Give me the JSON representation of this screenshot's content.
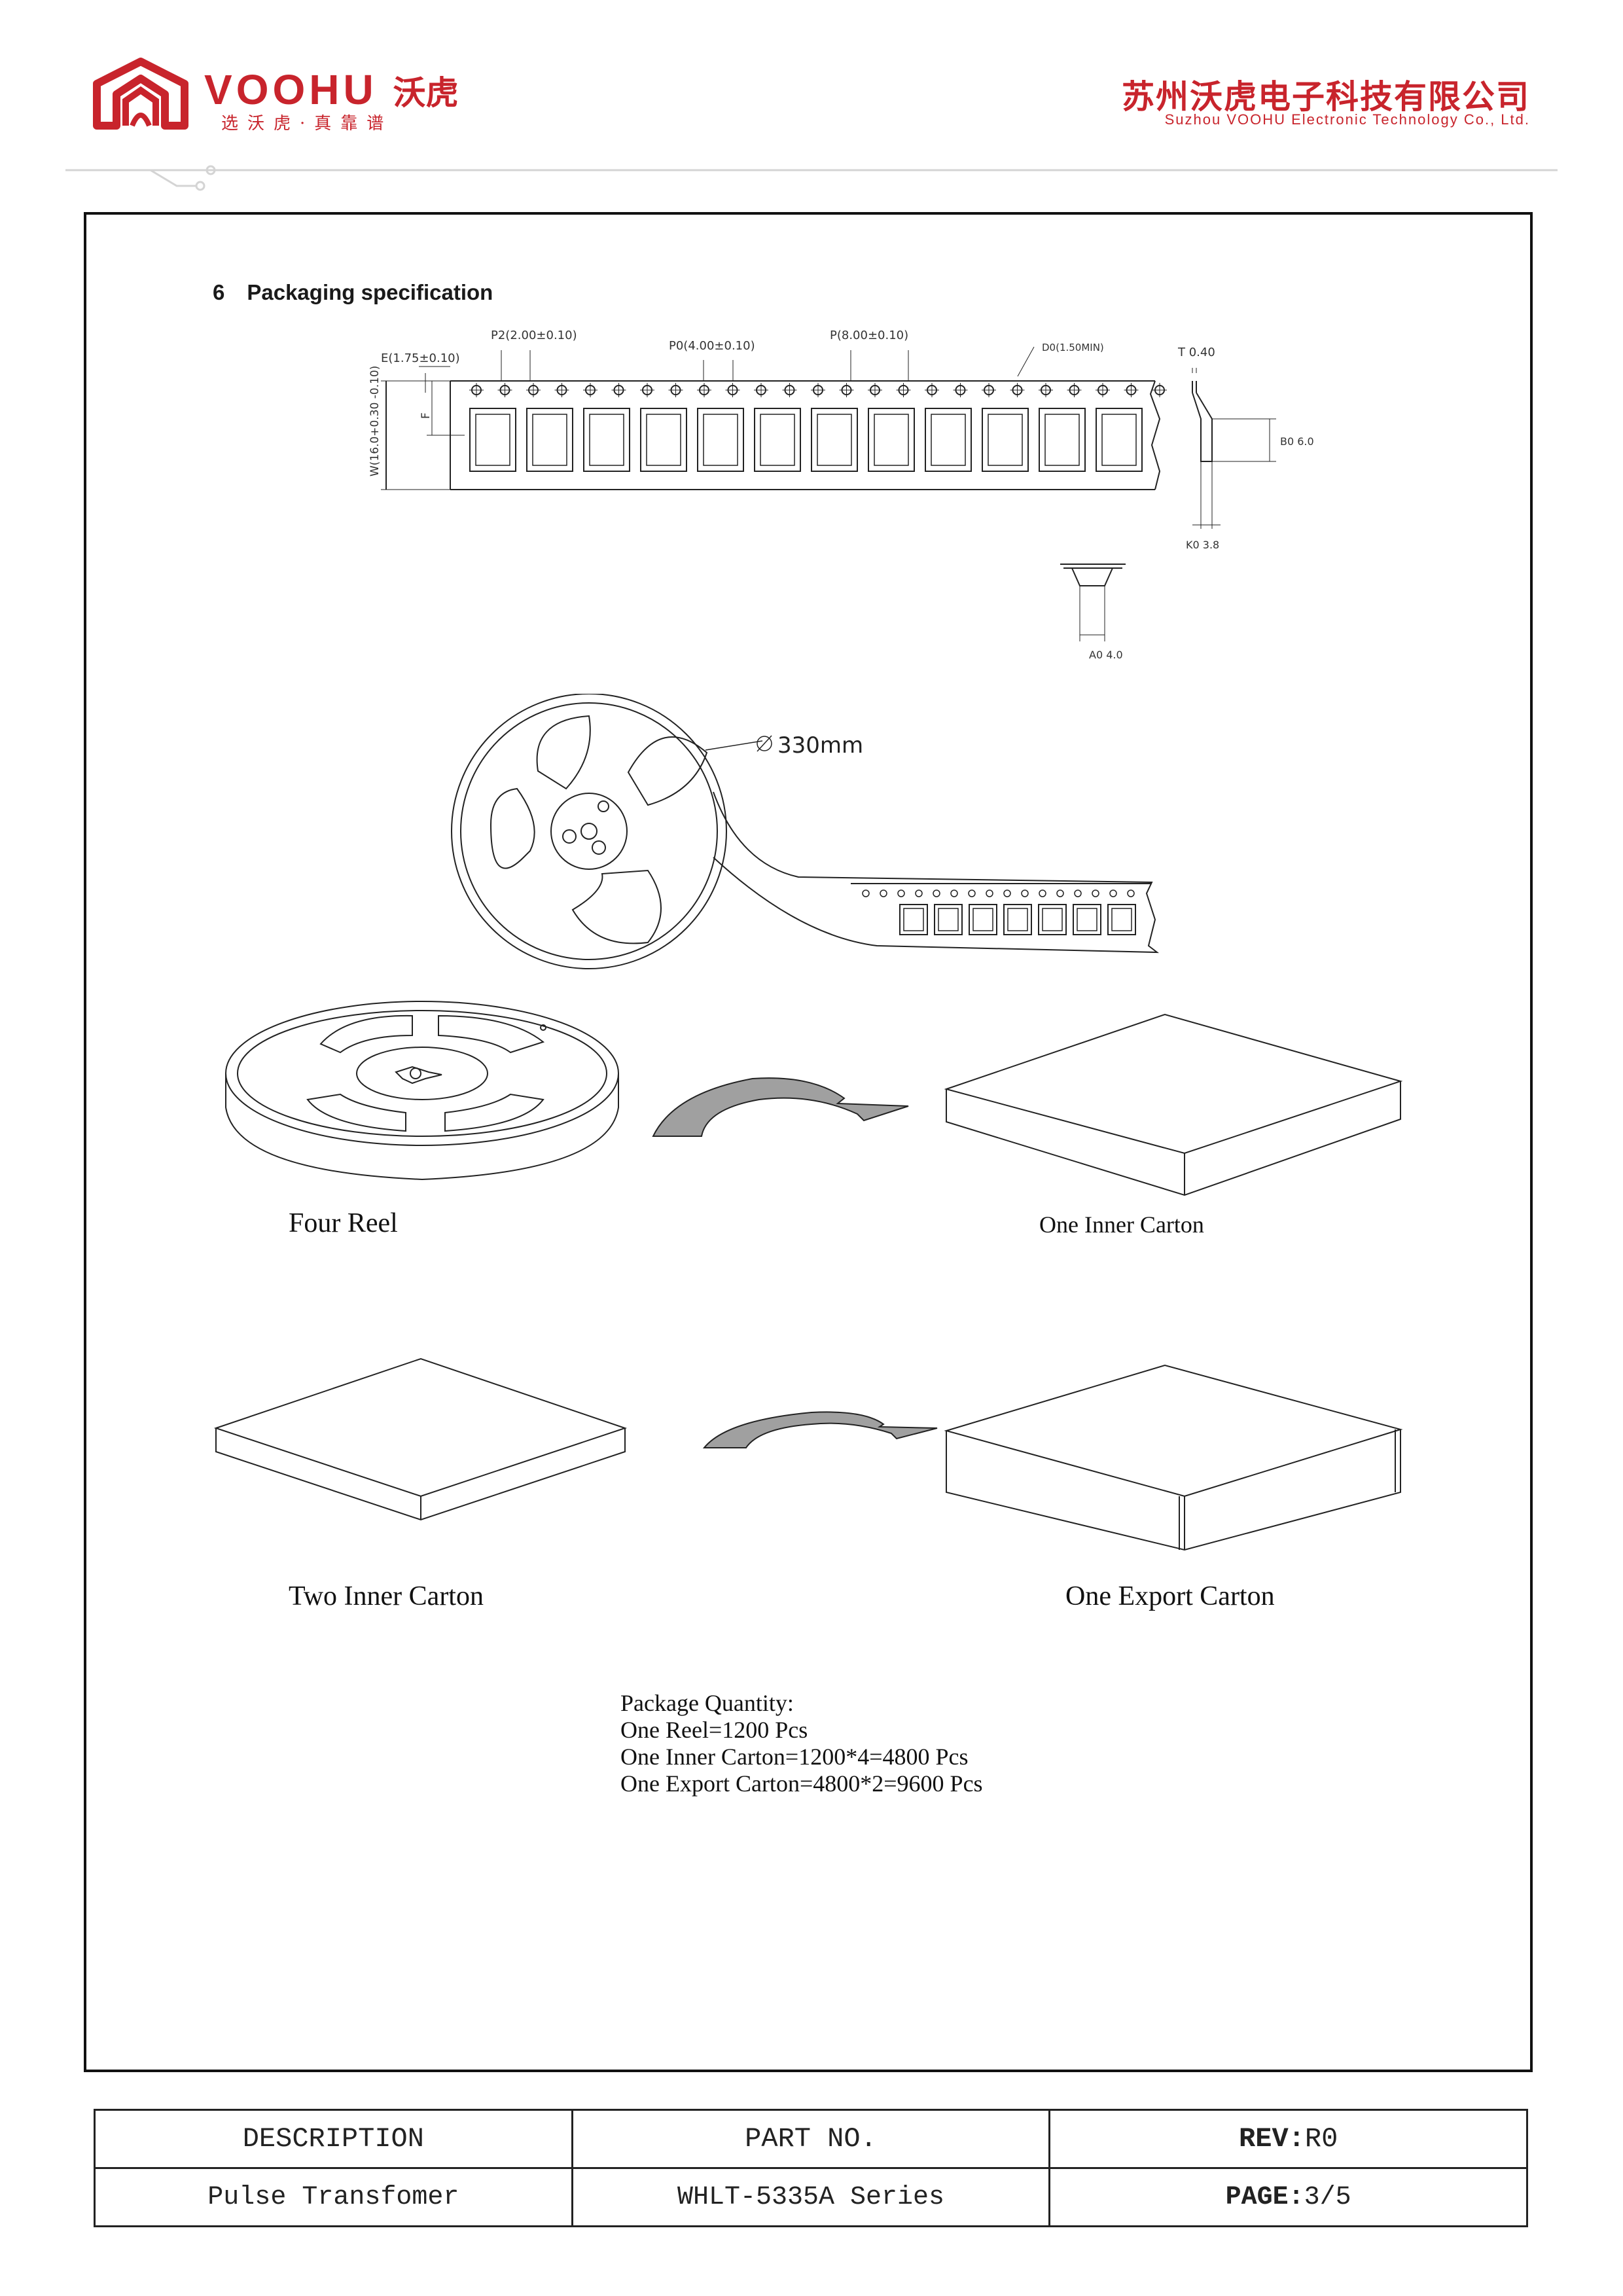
{
  "header": {
    "brand": "VOOHU",
    "brand_cn": "沃虎",
    "slogan": "选沃虎·真靠谱",
    "company_cn": "苏州沃虎电子科技有限公司",
    "company_en": "Suzhou VOOHU Electronic Technology Co., Ltd.",
    "brand_color": "#c8242c"
  },
  "section": {
    "number": "6",
    "title": "Packaging specification"
  },
  "tape_drawing": {
    "e": "E(1.75±0.10)",
    "p2": "P2(2.00±0.10)",
    "p0": "P0(4.00±0.10)",
    "p": "P(8.00±0.10)",
    "d0": "D0(1.50MIN)",
    "w": "W(16.0+0.30 -0.10)",
    "f": "F",
    "t": "T 0.40",
    "b0": "B0 6.0",
    "k0": "K0 3.8",
    "a0": "A0 4.0"
  },
  "reel_drawing": {
    "diameter": "330mm"
  },
  "labels": {
    "four_reel": "Four  Reel",
    "one_inner_carton": "One Inner Carton",
    "two_inner_carton": "Two  Inner Carton",
    "one_export_carton": "One Export Carton"
  },
  "quantity": {
    "title": "Package Quantity:",
    "reel": "One Reel=1200 Pcs",
    "inner": "One Inner Carton=1200*4=4800 Pcs",
    "export": "One Export Carton=4800*2=9600 Pcs"
  },
  "footer": {
    "description_label": "DESCRIPTION",
    "part_no_label": "PART NO.",
    "rev_label": "REV:",
    "rev_value": "R0",
    "description_value": "Pulse Transfomer",
    "part_no_value": "WHLT-5335A Series",
    "page_label": "PAGE:",
    "page_value": "3/5"
  }
}
